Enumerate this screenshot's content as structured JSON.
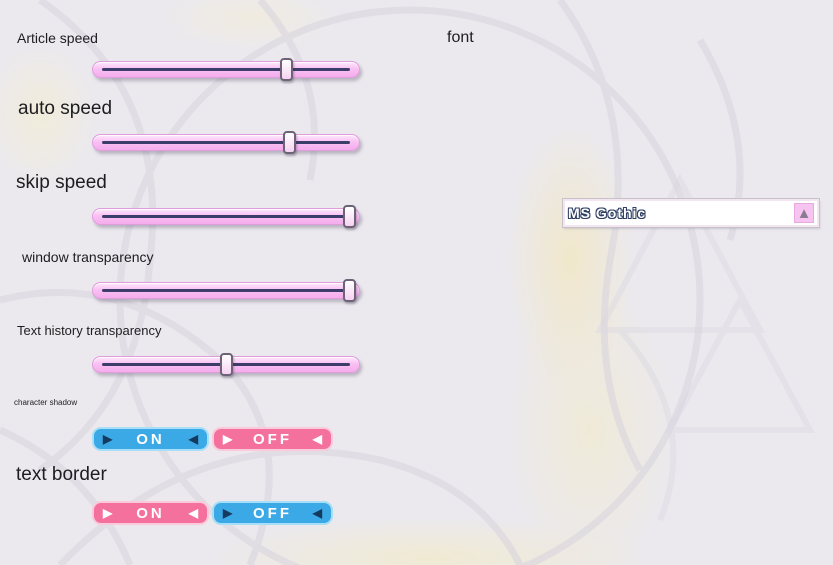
{
  "icons": {
    "triangle_right": "▶",
    "triangle_left": "◀",
    "triangle_up": "▲"
  },
  "colors": {
    "slider_track_pink": "#f9c0f3",
    "slider_line_navy": "#3d3d6b",
    "toggle_blue": "#3ba9e6",
    "toggle_pink": "#f4719e",
    "dropdown_arrow_bg_pink": "#f7c4f2"
  },
  "sliders": [
    {
      "label": "Article speed",
      "value": 0.74
    },
    {
      "label": "auto speed",
      "value": 0.75
    },
    {
      "label": "skip speed",
      "value": 0.99
    },
    {
      "label": "window transparency",
      "value": 0.99
    },
    {
      "label": "Text history transparency",
      "value": 0.5
    }
  ],
  "toggles": [
    {
      "label": "character shadow",
      "options": [
        {
          "label": "ON",
          "style": "blue"
        },
        {
          "label": "OFF",
          "style": "pink"
        }
      ]
    },
    {
      "label": "text border",
      "options": [
        {
          "label": "ON",
          "style": "pink"
        },
        {
          "label": "OFF",
          "style": "blue"
        }
      ]
    }
  ],
  "font_section": {
    "label": "font",
    "selected_font": "MS Gothic"
  }
}
